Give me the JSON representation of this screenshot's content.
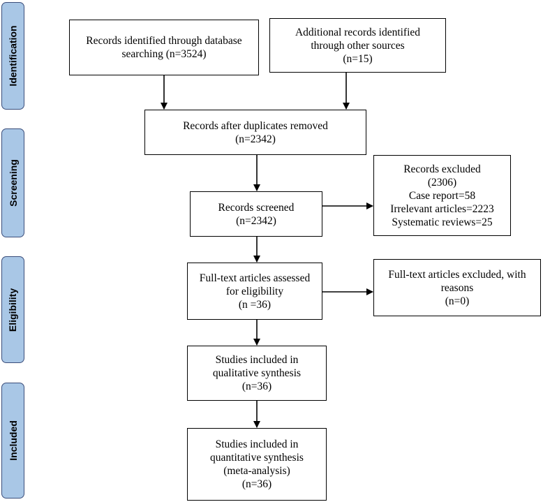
{
  "stages": [
    {
      "id": "identification",
      "label": "Identification"
    },
    {
      "id": "screening",
      "label": "Screening"
    },
    {
      "id": "eligibility",
      "label": "Eligibility"
    },
    {
      "id": "included",
      "label": "Included"
    }
  ],
  "boxes": {
    "db_search": {
      "lines": [
        "Records identified through database",
        "searching (n=3524)"
      ]
    },
    "other_sources": {
      "lines": [
        "Additional records identified",
        "through other sources",
        "(n=15)"
      ]
    },
    "dedup": {
      "lines": [
        "Records after duplicates removed",
        "(n=2342)"
      ]
    },
    "screened": {
      "lines": [
        "Records screened",
        "(n=2342)"
      ]
    },
    "excluded": {
      "lines": [
        "Records excluded",
        "(2306)",
        "Case report=58",
        "Irrelevant articles=2223",
        "Systematic reviews=25"
      ]
    },
    "fulltext": {
      "lines": [
        "Full-text articles assessed",
        "for eligibility",
        "(n =36)"
      ]
    },
    "fulltext_excluded": {
      "lines": [
        "Full-text articles excluded, with",
        "reasons",
        "(n=0)"
      ]
    },
    "qualitative": {
      "lines": [
        "Studies included in",
        "qualitative synthesis",
        "(n=36)"
      ]
    },
    "quantitative": {
      "lines": [
        "Studies included in",
        "quantitative synthesis",
        "(meta-analysis)",
        "(n=36)"
      ]
    }
  }
}
